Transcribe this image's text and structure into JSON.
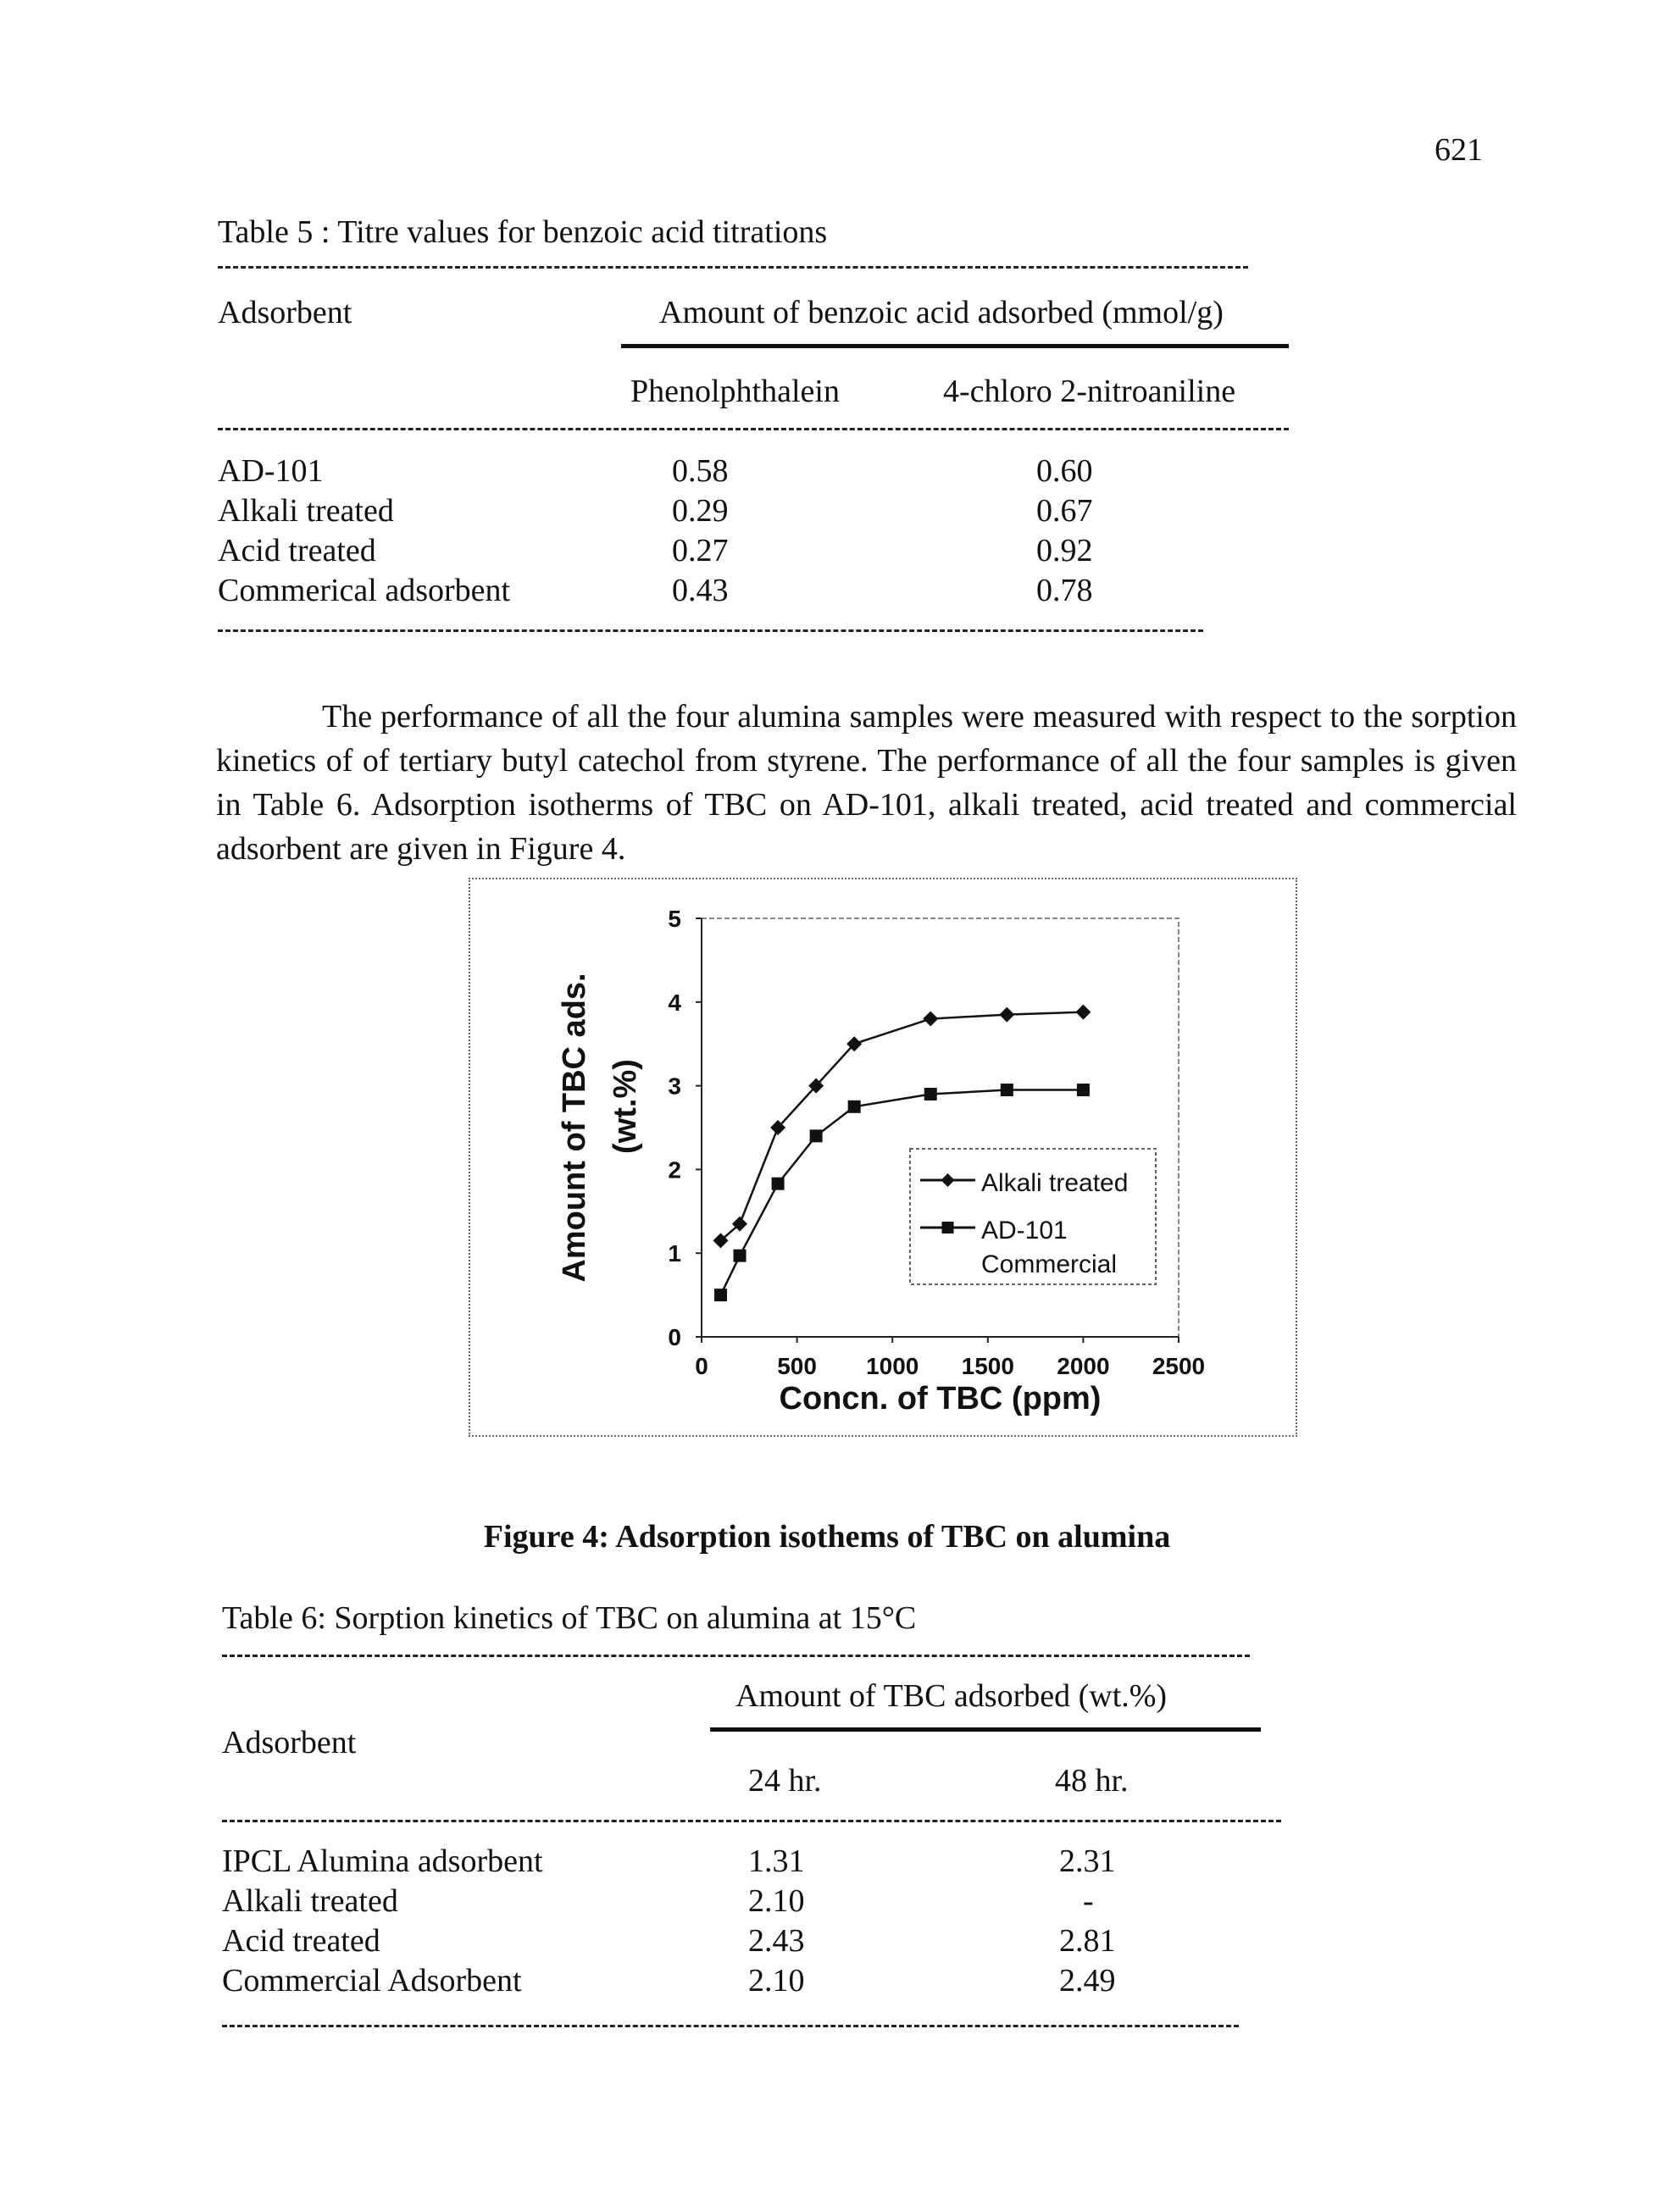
{
  "page_number": "621",
  "table5": {
    "caption": "Table 5 : Titre values for benzoic acid titrations",
    "header_adsorbent": "Adsorbent",
    "header_group": "Amount of benzoic acid adsorbed (mmol/g)",
    "col1": "Phenolphthalein",
    "col2": "4-chloro 2-nitroaniline",
    "rows": [
      {
        "name": "AD-101",
        "v1": "0.58",
        "v2": "0.60"
      },
      {
        "name": "Alkali treated",
        "v1": "0.29",
        "v2": "0.67"
      },
      {
        "name": "Acid treated",
        "v1": "0.27",
        "v2": "0.92"
      },
      {
        "name": "Commerical adsorbent",
        "v1": "0.43",
        "v2": "0.78"
      }
    ]
  },
  "paragraph": "The performance of all the four alumina samples were measured with respect to the sorption kinetics of of tertiary butyl catechol from styrene. The performance of all the four samples is given in Table 6. Adsorption isotherms of TBC on AD-101, alkali treated, acid treated and commercial adsorbent are given in Figure 4.",
  "chart_data": {
    "type": "line",
    "xlabel": "Concn. of TBC (ppm)",
    "ylabel_line1": "Amount of TBC ads.",
    "ylabel_line2": "(wt.%)",
    "xlim": [
      0,
      2500
    ],
    "ylim": [
      0,
      5
    ],
    "x_ticks": [
      "0",
      "500",
      "1000",
      "1500",
      "2000",
      "2500"
    ],
    "y_ticks": [
      "0",
      "1",
      "2",
      "3",
      "4",
      "5"
    ],
    "grid": false,
    "legend_position": "lower-right",
    "series": [
      {
        "name": "Alkali treated",
        "marker": "diamond",
        "color": "#111111",
        "x": [
          100,
          200,
          400,
          600,
          800,
          1200,
          1600,
          2000
        ],
        "y": [
          1.15,
          1.35,
          2.5,
          3.0,
          3.5,
          3.8,
          3.85,
          3.88
        ]
      },
      {
        "name": "AD-101",
        "marker": "square",
        "color": "#111111",
        "x": [
          100,
          200,
          400,
          600,
          800,
          1200,
          1600,
          2000
        ],
        "y": [
          0.5,
          0.97,
          1.83,
          2.4,
          2.75,
          2.9,
          2.95,
          2.95
        ]
      },
      {
        "name": "Commercial",
        "marker": "none",
        "color": "#111111",
        "x": [],
        "y": []
      }
    ]
  },
  "figure_caption": "Figure 4: Adsorption isothems of TBC on alumina",
  "table6": {
    "caption": "Table 6: Sorption kinetics of TBC on alumina at 15°C",
    "header_group": "Amount of TBC adsorbed  (wt.%)",
    "header_adsorbent": "Adsorbent",
    "col1": "24 hr.",
    "col2": "48 hr.",
    "rows": [
      {
        "name": "IPCL  Alumina adsorbent",
        "v1": "1.31",
        "v2": "2.31"
      },
      {
        "name": "Alkali treated",
        "v1": "2.10",
        "v2": "-"
      },
      {
        "name": "Acid treated",
        "v1": "2.43",
        "v2": "2.81"
      },
      {
        "name": "Commercial Adsorbent",
        "v1": "2.10",
        "v2": "2.49"
      }
    ]
  }
}
